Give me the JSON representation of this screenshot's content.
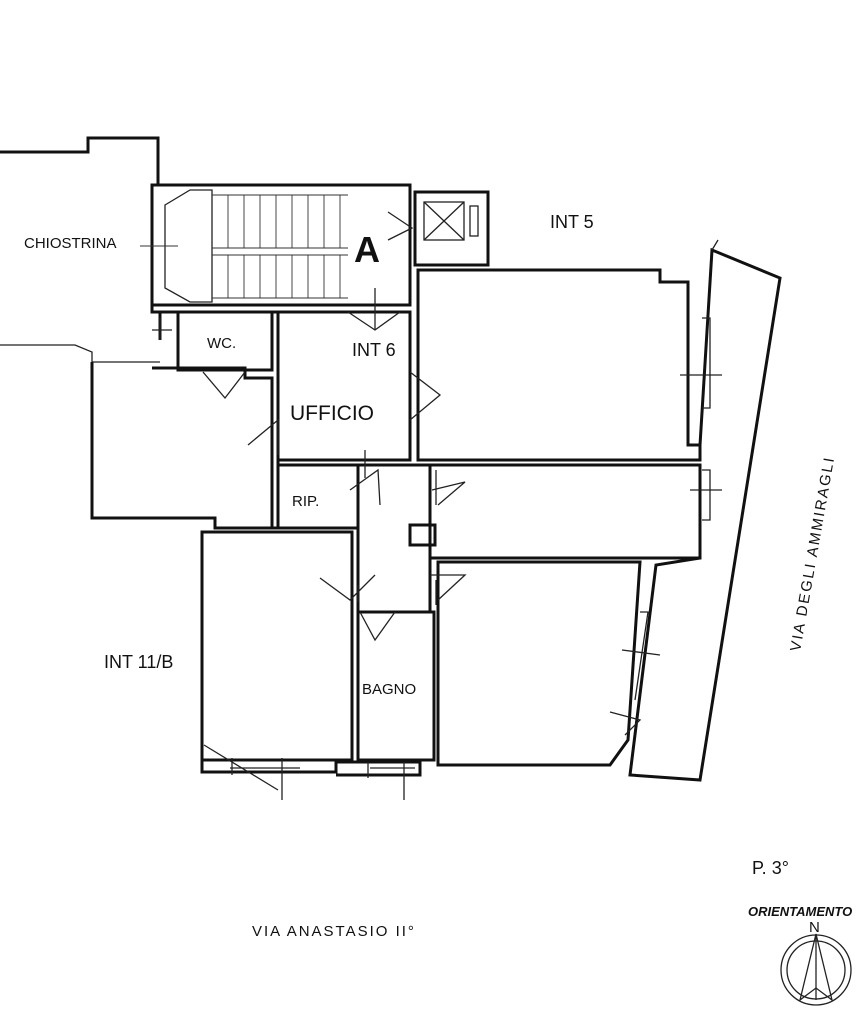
{
  "plan": {
    "block_letter": "A",
    "labels": {
      "chiostrina": "CHIOSTRINA",
      "int5": "INT 5",
      "int6": "INT 6",
      "wc": "WC.",
      "ufficio": "UFFICIO",
      "rip": "RIP.",
      "int11b": "INT 11/B",
      "bagno": "BAGNO",
      "street_east": "VIA DEGLI AMMIRAGLI",
      "street_south": "VIA ANASTASIO II°",
      "floor": "P. 3°",
      "orientation": "ORIENTAMENTO",
      "north": "N"
    }
  }
}
